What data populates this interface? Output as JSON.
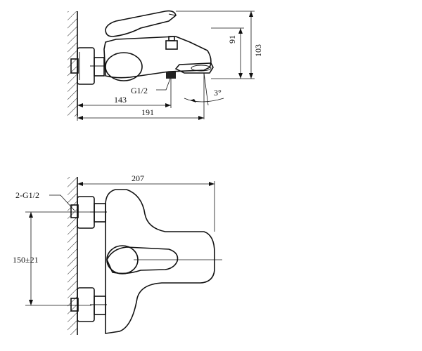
{
  "top_view": {
    "dim_height_inner": "91",
    "dim_height_outer": "103",
    "dim_thread": "G1/2",
    "dim_angle": "3°",
    "dim_length_inner": "143",
    "dim_length_outer": "191"
  },
  "bottom_view": {
    "dim_thread_label": "2-G1/2",
    "dim_width": "207",
    "dim_spacing": "150±21"
  }
}
